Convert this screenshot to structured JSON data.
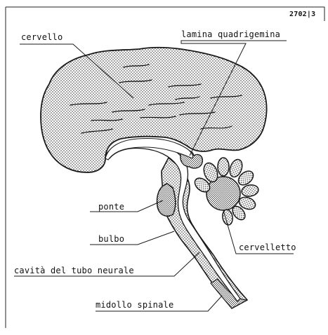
{
  "figure": {
    "code": "2702|3",
    "labels": {
      "cervello": "cervello",
      "lamina": "lamina quadrigemina",
      "ponte": "ponte",
      "bulbo": "bulbo",
      "cavita": "cavità del tubo neurale",
      "midollo": "midollo spinale",
      "cervelletto": "cervelletto"
    },
    "colors": {
      "ink": "#1a1a1a",
      "fill": "#e4e4e4",
      "cavity": "#ffffff"
    }
  }
}
